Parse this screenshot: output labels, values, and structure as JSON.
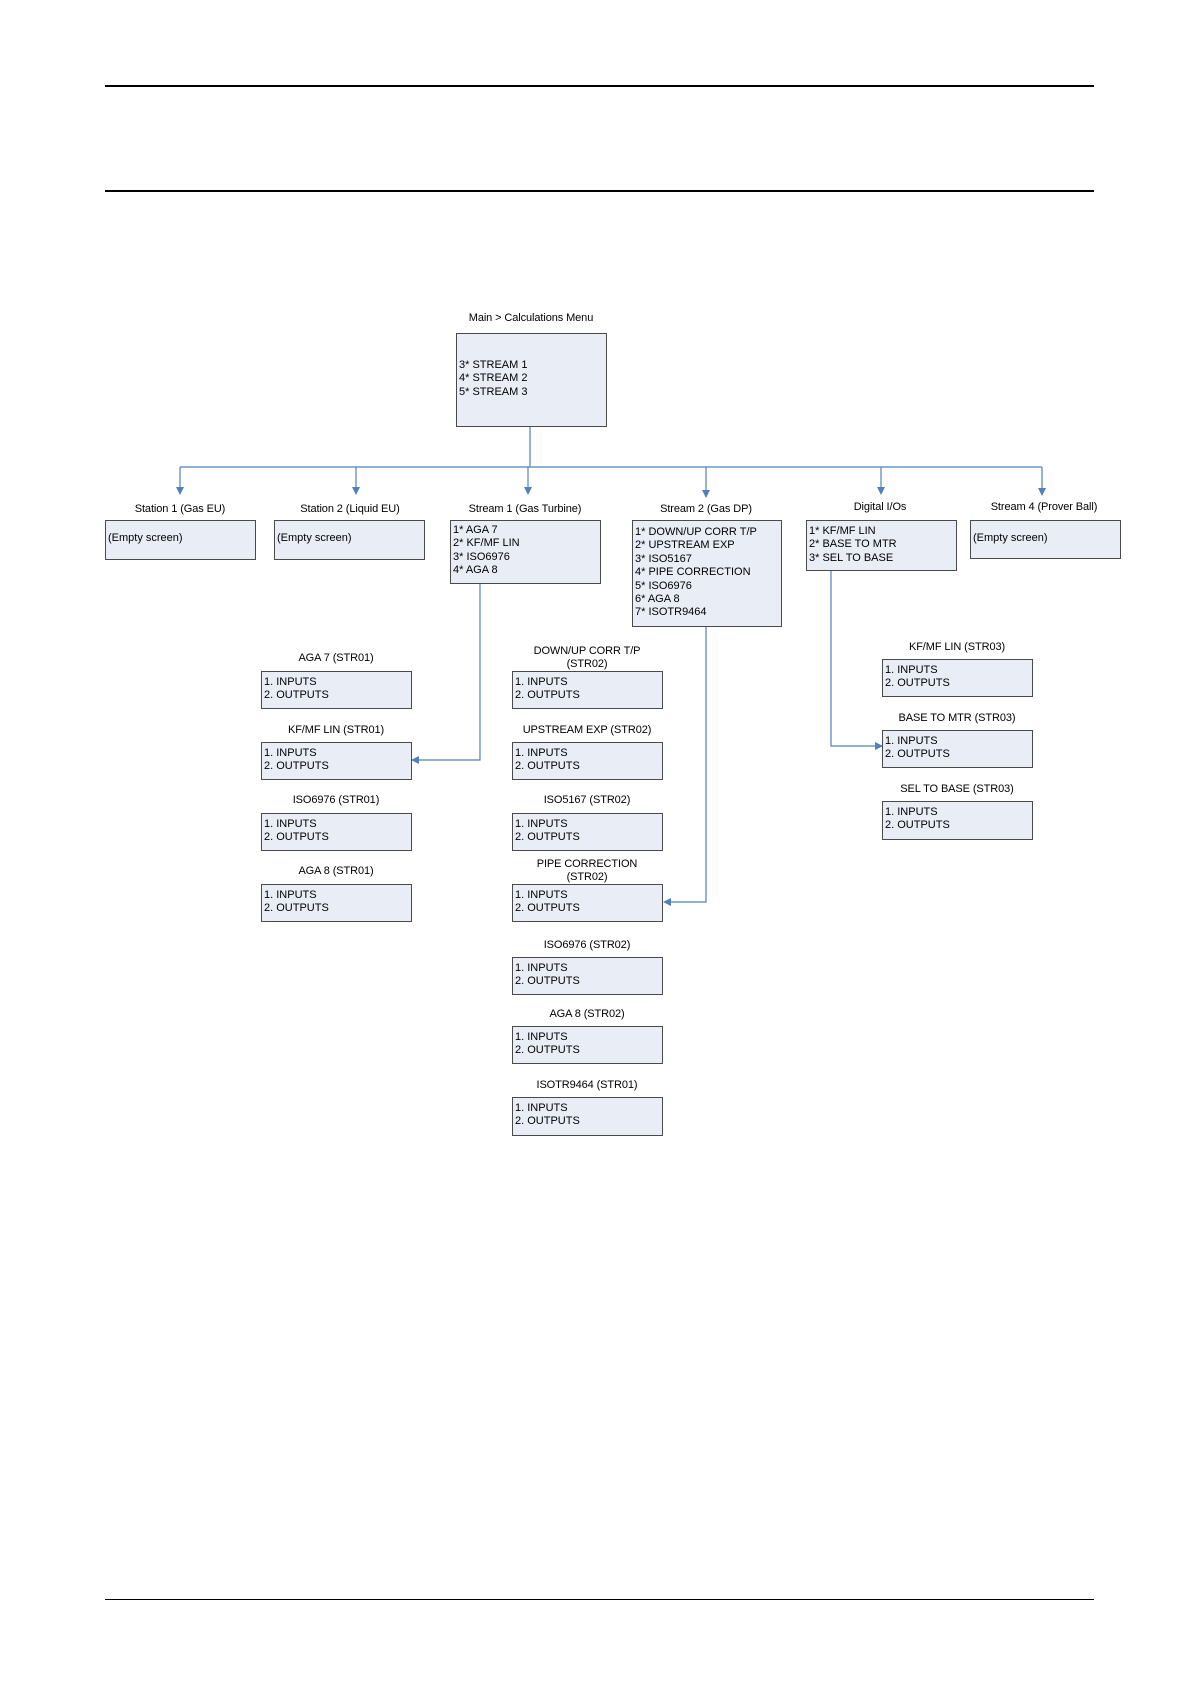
{
  "root": {
    "title": "Main > Calculations Menu",
    "items": [
      "3* STREAM   1",
      "4* STREAM   2",
      "5* STREAM   3"
    ]
  },
  "level1": [
    {
      "title": "Station 1 (Gas EU)",
      "items": [
        "(Empty screen)"
      ]
    },
    {
      "title": "Station 2 (Liquid EU)",
      "items": [
        "(Empty screen)"
      ]
    },
    {
      "title": "Stream 1 (Gas Turbine)",
      "items": [
        "1*  AGA 7",
        "2*  KF/MF LIN",
        "3*  ISO6976",
        "4*  AGA 8"
      ]
    },
    {
      "title": "Stream 2 (Gas DP)",
      "items": [
        "1*  DOWN/UP CORR T/P",
        "2*  UPSTREAM EXP",
        "3*  ISO5167",
        "4*  PIPE CORRECTION",
        "5* ISO6976",
        "6*  AGA 8",
        "7*  ISOTR9464"
      ]
    },
    {
      "title": "Digital I/Os",
      "items": [
        "1*  KF/MF LIN",
        "2*  BASE TO MTR",
        "3*  SEL TO BASE"
      ]
    },
    {
      "title": "Stream 4 (Prover Ball)",
      "items": [
        "(Empty screen)"
      ]
    }
  ],
  "stream1_sub": [
    {
      "title": "AGA 7 (STR01)",
      "items": [
        "1.  INPUTS",
        "2.  OUTPUTS"
      ]
    },
    {
      "title": "KF/MF LIN (STR01)",
      "items": [
        "1.  INPUTS",
        "2.  OUTPUTS"
      ]
    },
    {
      "title": "ISO6976 (STR01)",
      "items": [
        "1.  INPUTS",
        "2.  OUTPUTS"
      ]
    },
    {
      "title": "AGA 8  (STR01)",
      "items": [
        "1.  INPUTS",
        "2.  OUTPUTS"
      ]
    }
  ],
  "stream2_sub": [
    {
      "title": "DOWN/UP CORR T/P",
      "title2": "(STR02)",
      "items": [
        "1.  INPUTS",
        "2.  OUTPUTS"
      ]
    },
    {
      "title": "UPSTREAM EXP (STR02)",
      "items": [
        "1.  INPUTS",
        "2.  OUTPUTS"
      ]
    },
    {
      "title": "ISO5167 (STR02)",
      "items": [
        "1.  INPUTS",
        "2.  OUTPUTS"
      ]
    },
    {
      "title": "PIPE CORRECTION",
      "title2": "(STR02)",
      "items": [
        "1.  INPUTS",
        "2.  OUTPUTS"
      ]
    },
    {
      "title": "ISO6976  (STR02)",
      "items": [
        "1.  INPUTS",
        "2.  OUTPUTS"
      ]
    },
    {
      "title": "AGA 8  (STR02)",
      "items": [
        "1.  INPUTS",
        "2.  OUTPUTS"
      ]
    },
    {
      "title": "ISOTR9464  (STR01)",
      "items": [
        "1.  INPUTS",
        "2.  OUTPUTS"
      ]
    }
  ],
  "dio_sub": [
    {
      "title": "KF/MF LIN (STR03)",
      "items": [
        "1.  INPUTS",
        "2.  OUTPUTS"
      ]
    },
    {
      "title": "BASE TO MTR (STR03)",
      "items": [
        "1.  INPUTS",
        "2.  OUTPUTS"
      ]
    },
    {
      "title": "SEL TO BASE (STR03)",
      "items": [
        "1.  INPUTS",
        "2.  OUTPUTS"
      ]
    }
  ],
  "colors": {
    "box_fill": "#e8edf6",
    "connector": "#4f81bd"
  }
}
